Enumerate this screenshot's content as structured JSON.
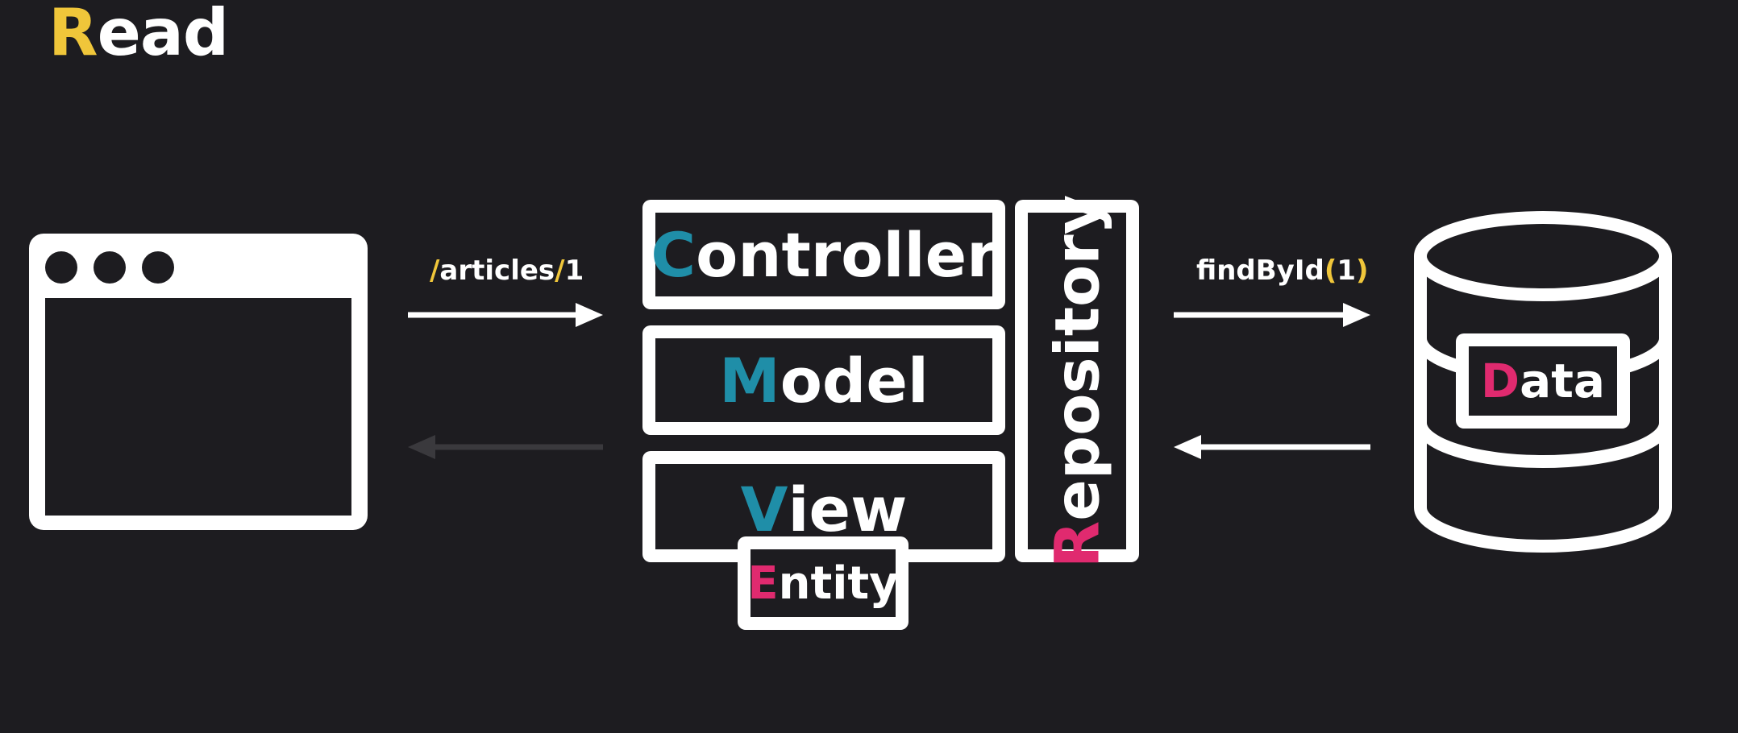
{
  "title": {
    "initial": "R",
    "rest": "ead"
  },
  "request_label": {
    "slash1": "/",
    "text": "articles",
    "slash2": "/",
    "num": "1"
  },
  "query_label": {
    "func": "findById",
    "open": "(",
    "arg": "1",
    "close": ")"
  },
  "controller": {
    "initial": "C",
    "rest": "ontroller"
  },
  "model": {
    "initial": "M",
    "rest": "odel"
  },
  "view": {
    "initial": "V",
    "rest": "iew"
  },
  "entity": {
    "initial": "E",
    "rest": "ntity"
  },
  "repository": {
    "initial": "R",
    "rest": "epository"
  },
  "data": {
    "initial": "D",
    "rest": "ata"
  },
  "colors": {
    "background": "#1d1c20",
    "yellow": "#f0c63a",
    "teal": "#1f8ea8",
    "pink": "#e02a6f",
    "white": "#ffffff",
    "dim_arrow": "#3a393d"
  }
}
